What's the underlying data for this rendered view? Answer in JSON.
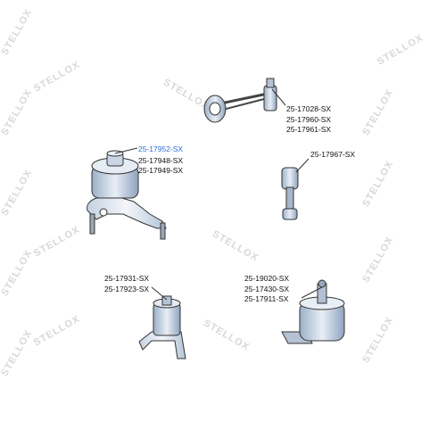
{
  "parts": {
    "top_left": {
      "codes": [
        "25-17952-SX",
        "25-17948-SX",
        "25-17949-SX"
      ],
      "highlight_color": "#2a6fd8"
    },
    "top_right": {
      "codes": [
        "25-17028-SX",
        "25-17960-SX",
        "25-17961-SX"
      ]
    },
    "middle_right": {
      "codes": [
        "25-17967-SX"
      ]
    },
    "bottom_left": {
      "codes": [
        "25-17931-SX",
        "25-17923-SX"
      ]
    },
    "bottom_right": {
      "codes": [
        "25-19020-SX",
        "25-17430-SX",
        "25-17911-SX"
      ]
    }
  },
  "watermark": {
    "text": "STELLOX",
    "color": "#d8d8d8"
  }
}
